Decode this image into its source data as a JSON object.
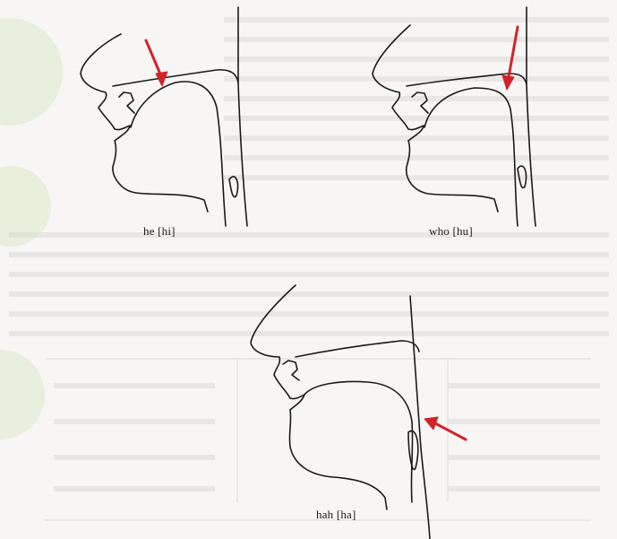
{
  "figure": {
    "panels": [
      {
        "caption": "he [hi]"
      },
      {
        "caption": "who [hu]"
      },
      {
        "caption": "hah [ha]"
      }
    ]
  },
  "colors": {
    "paper": "#f7f6f4",
    "ink": "#1a1a1a",
    "arrow": "#d0242a",
    "show_through": "#d9d9d6",
    "watermark": "#d8e6c0"
  }
}
